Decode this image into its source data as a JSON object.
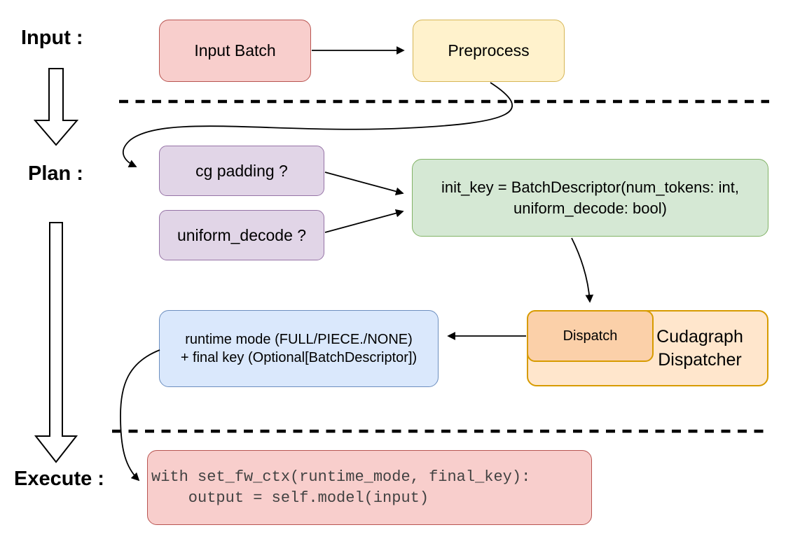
{
  "labels": {
    "input": "Input :",
    "plan": "Plan :",
    "execute": "Execute :"
  },
  "nodes": {
    "input_batch": {
      "label": "Input Batch"
    },
    "preprocess": {
      "label": "Preprocess"
    },
    "cg_padding": {
      "label": "cg padding ?"
    },
    "uniform_decode": {
      "label": "uniform_decode ?"
    },
    "init_key": {
      "line1": "init_key = BatchDescriptor(num_tokens: int,",
      "line2": "uniform_decode: bool)"
    },
    "dispatch": {
      "label": "Dispatch"
    },
    "cudagraph_dispatcher": {
      "line1": "Cudagraph",
      "line2": "Dispatcher"
    },
    "runtime_key": {
      "line1": "runtime mode (FULL/PIECE./NONE)",
      "line2": "+ final key (Optional[BatchDescriptor])"
    },
    "execute_code": {
      "line1": "with set_fw_ctx(runtime_mode, final_key):",
      "line2": "    output = self.model(input)"
    }
  },
  "colors": {
    "red_fill": "#f8cecc",
    "red_stroke": "#b85450",
    "yellow_fill": "#fff2cc",
    "yellow_stroke": "#d6b656",
    "purple_fill": "#e1d5e7",
    "purple_stroke": "#9673a6",
    "green_fill": "#d5e8d4",
    "green_stroke": "#82b366",
    "orange_fill": "#ffe6cc",
    "orange_inner_fill": "#fbd0a9",
    "orange_stroke": "#d79b00",
    "blue_fill": "#dae8fc",
    "blue_stroke": "#6c8ebf",
    "edge_color": "#000000"
  }
}
